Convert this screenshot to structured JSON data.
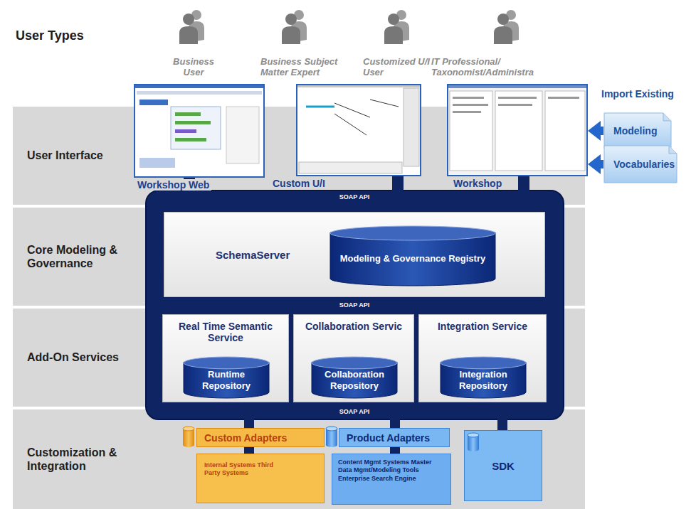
{
  "diagram": {
    "nodes": [
      {
        "text": [
          "User Interface"
        ]
      },
      {
        "text": [
          "Core Modeling & Governance"
        ]
      },
      {
        "text": [
          "Add-On Services"
        ]
      },
      {
        "text": [
          "Customization & Integration"
        ]
      },
      {
        "text": [
          "Workshop Web"
        ],
        "in": 0
      },
      {
        "text": [
          "Custom U/I"
        ],
        "in": 0
      },
      {
        "text": [
          "Workshop"
        ],
        "in": 0
      },
      {
        "text": [
          "Modeling"
        ]
      },
      {
        "text": [
          "Vocabularies"
        ]
      },
      {
        "text": [
          "SchemaServer"
        ],
        "in": 1
      },
      {
        "text": [
          "Modeling & Governance Registry"
        ],
        "in": 9
      },
      {
        "text": [
          "Real Time Semantic Service"
        ],
        "in": 2
      },
      {
        "text": [
          "Runtime Repository"
        ],
        "in": 11
      },
      {
        "text": [
          "Collaboration Servic"
        ],
        "in": 2
      },
      {
        "text": [
          "Collaboration Repository"
        ],
        "in": 13
      },
      {
        "text": [
          "Integration Service"
        ],
        "in": 2
      },
      {
        "text": [
          "Integration Repository"
        ],
        "in": 15
      },
      {
        "text": [
          "Custom Adapters"
        ],
        "in": 3
      },
      {
        "text": [
          "Internal Systems Third Party Systems"
        ],
        "in": 3
      },
      {
        "text": [
          "Product Adapters"
        ],
        "in": 3
      },
      {
        "text": [
          "Content Mgmt Systems Master Data Mgmt/Modeling Tools Enterprise Search Engine"
        ],
        "in": 3
      },
      {
        "text": [
          "SDK"
        ],
        "in": 3
      }
    ],
    "edges": [
      {
        "from": 7,
        "to": 6,
        "arrow": "to"
      },
      {
        "from": 8,
        "to": 6,
        "arrow": "to"
      }
    ],
    "labels": [
      "User Types",
      "Business User",
      "Business Subject Matter Expert",
      "Customized U/I User",
      "IT Professional/ Taxonomist/Administra",
      "Import Existing",
      "SOAP API",
      "SOAP API",
      "SOAP API"
    ]
  }
}
